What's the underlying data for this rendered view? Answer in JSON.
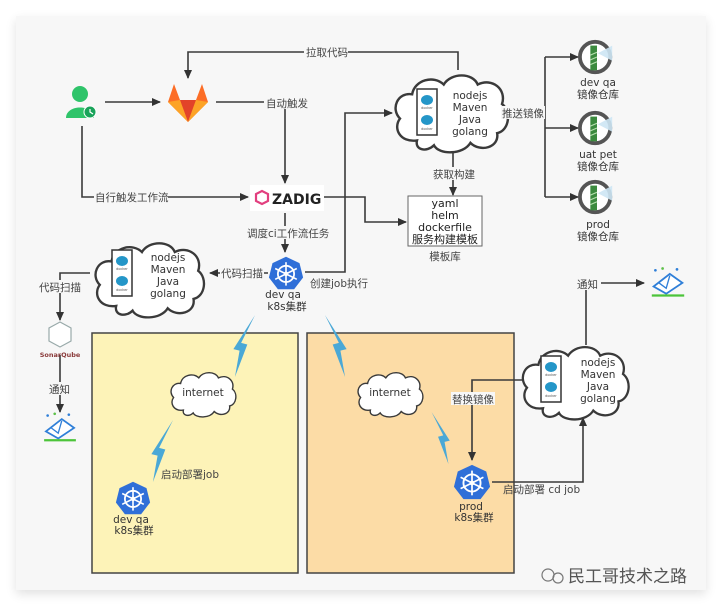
{
  "diagram": {
    "nodes": {
      "user": {
        "label": "",
        "icon": "user-clock-icon"
      },
      "gitlab": {
        "label": "",
        "icon": "gitlab-icon"
      },
      "zadig": {
        "label": "ZADIG",
        "icon": "zadig-logo-icon"
      },
      "ci_cloud": {
        "lines": [
          "nodejs",
          "Maven",
          "Java",
          "golang"
        ],
        "icon": "docker-icon"
      },
      "template_box": {
        "lines": [
          "yaml",
          "helm",
          "dockerfile",
          "服务构建模板"
        ],
        "caption": "模板库"
      },
      "registry_devqa": {
        "lines": [
          "dev qa",
          "镜像仓库"
        ],
        "icon": "harbor-registry-icon"
      },
      "registry_uatpet": {
        "lines": [
          "uat pet",
          "镜像仓库"
        ],
        "icon": "harbor-registry-icon"
      },
      "registry_prod": {
        "lines": [
          "prod",
          "镜像仓库"
        ],
        "icon": "harbor-registry-icon"
      },
      "k8s_devqa_top": {
        "lines": [
          "dev qa",
          "k8s集群"
        ],
        "icon": "kubernetes-icon"
      },
      "scan_cloud": {
        "lines": [
          "nodejs",
          "Maven",
          "Java",
          "golang"
        ],
        "icon": "docker-icon"
      },
      "sonarqube": {
        "label": "SonarQube",
        "icon": "sonarqube-icon"
      },
      "mail_left": {
        "icon": "mail-notification-icon"
      },
      "internet_left": {
        "label": "internet"
      },
      "internet_right": {
        "label": "internet"
      },
      "k8s_devqa_bottom": {
        "lines": [
          "dev qa",
          "k8s集群"
        ],
        "icon": "kubernetes-icon"
      },
      "k8s_prod": {
        "lines": [
          "prod",
          "k8s集群"
        ],
        "icon": "kubernetes-icon"
      },
      "cd_cloud": {
        "lines": [
          "nodejs",
          "Maven",
          "Java",
          "golang"
        ],
        "icon": "docker-icon"
      },
      "mail_right": {
        "icon": "mail-notification-icon"
      }
    },
    "edges": {
      "pull_code": "拉取代码",
      "auto_trigger": "自动触发",
      "manual_trigger": "自行触发工作流",
      "push_image": "推送镜像",
      "fetch_build": "获取构建",
      "schedule_ci": "调度ci工作流任务",
      "code_scan_1": "代码扫描",
      "code_scan_2": "代码扫描",
      "create_job": "创建job执行",
      "notify_left": "通知",
      "start_deploy_job": "启动部署job",
      "replace_image": "替换镜像",
      "start_cd_job": "启动部署 cd  job",
      "notify_right": "通知"
    },
    "colors": {
      "dev_zone": "#fdf3b8",
      "prod_zone": "#fcdca6",
      "k8s": "#2f6fd8",
      "lightning": "#4aa8d6",
      "docker": "#2496c8",
      "zadig": "#e23f7f"
    }
  },
  "watermark": "民工哥技术之路"
}
